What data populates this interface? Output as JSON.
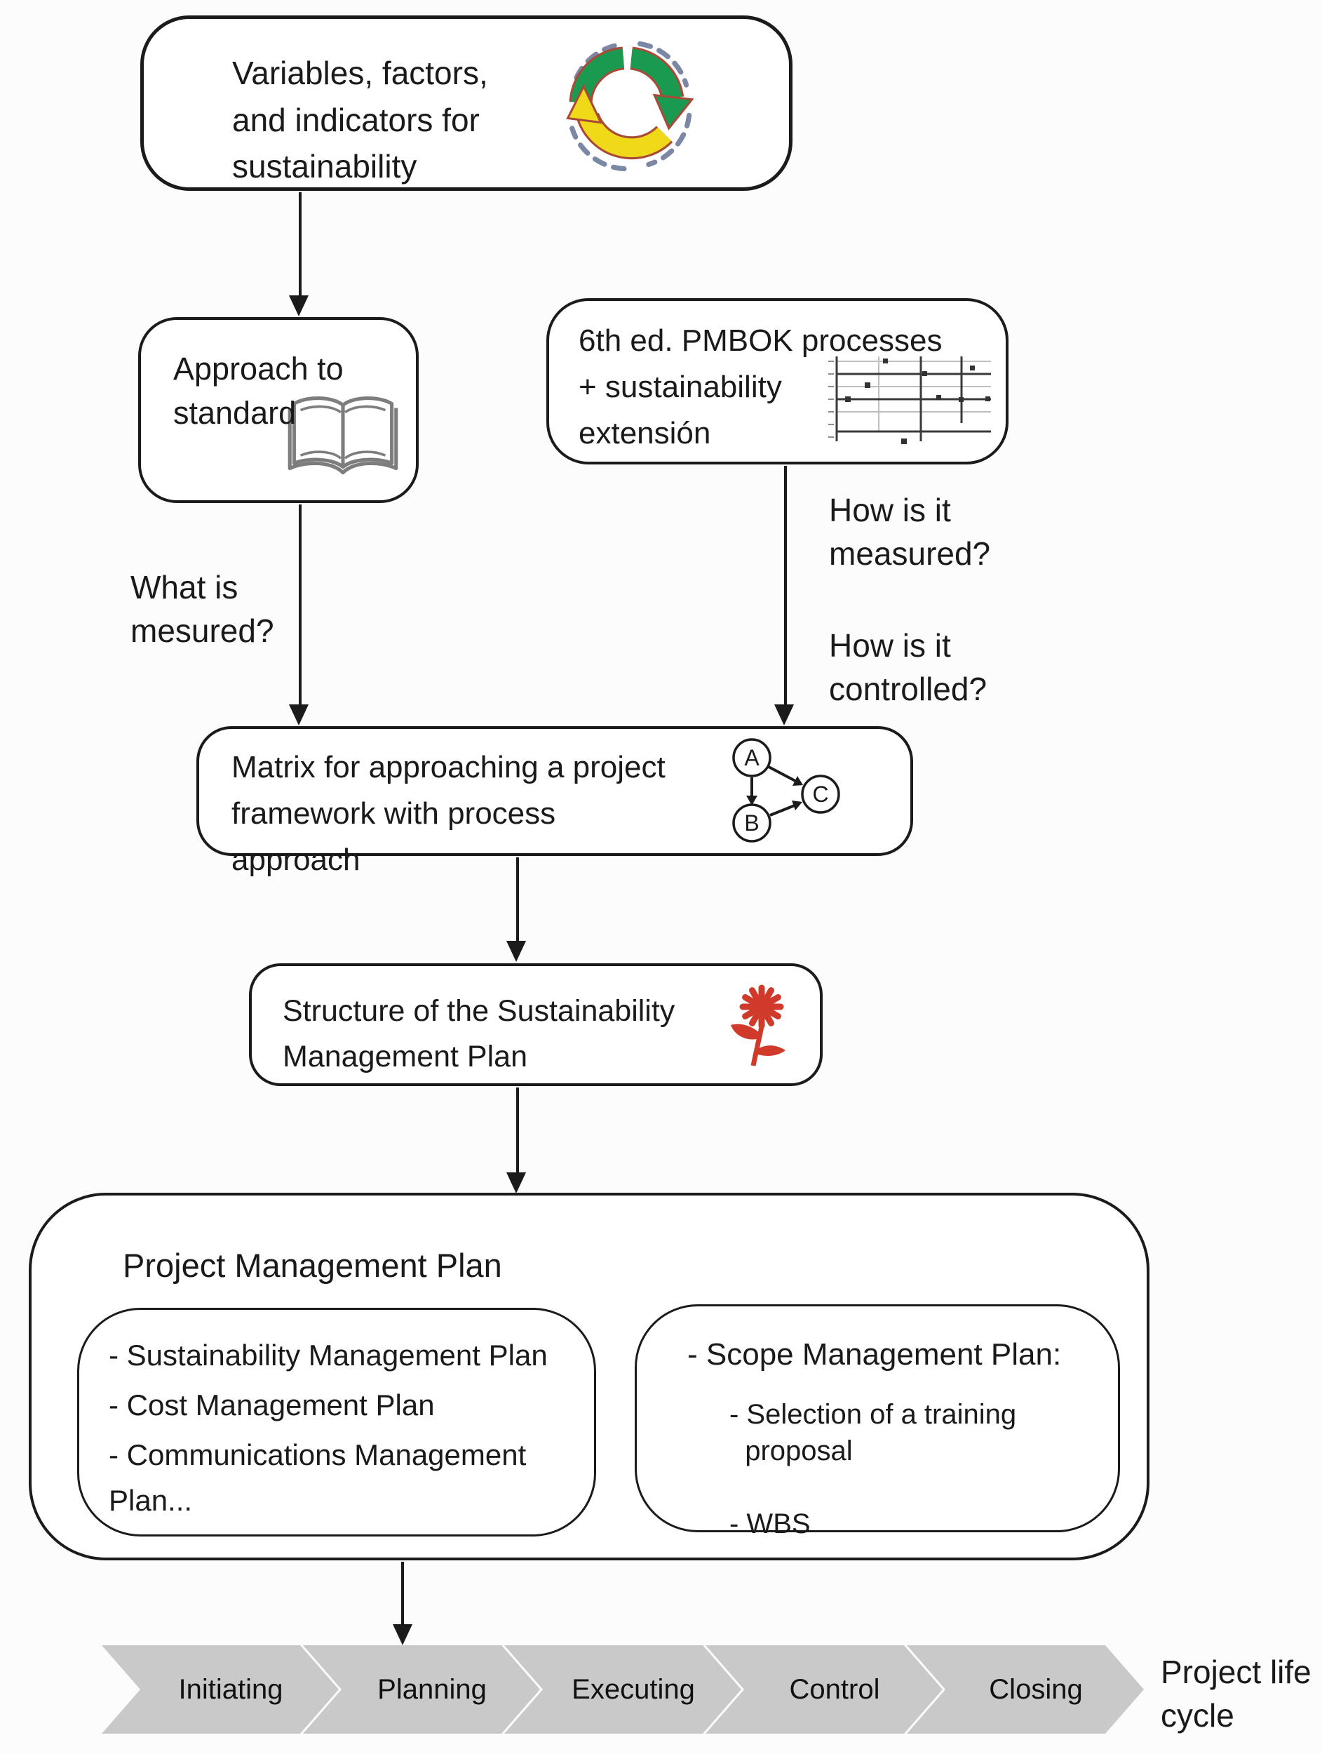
{
  "colors": {
    "border_black": "#1b1b1b",
    "text_black": "#1a1a1a",
    "chevron_gray": "#c9c9c9",
    "flower_red": "#cf3a2b",
    "recycle_green": "#1a9a50",
    "recycle_yellow": "#efd918",
    "recycle_outline": "#a84a38",
    "dash_blue_gray": "#7c87a6",
    "book_gray": "#7d7d7d",
    "chart_dark": "#3a3a3a",
    "chart_light": "#bdbdbd"
  },
  "nodes": {
    "variables": {
      "text": "Variables, factors,\nand indicators for\nsustainability",
      "icon": "recycle-icon"
    },
    "approach": {
      "text": "Approach to\nstandard",
      "icon": "open-book-icon"
    },
    "pmbok": {
      "text": "6th ed. PMBOK processes\n+ sustainability\nextensión",
      "icon": "scatter-chart-icon"
    },
    "matrix": {
      "text": "Matrix for approaching a project\nframework with process\napproach",
      "node_a": "A",
      "node_b": "B",
      "node_c": "C"
    },
    "structure": {
      "text": "Structure of the Sustainability\nManagement Plan",
      "icon": "flower-icon"
    },
    "pmp": {
      "title": "Project Management Plan",
      "plans": [
        "- Sustainability Management Plan",
        "- Cost Management Plan",
        "- Communications Management\nPlan..."
      ],
      "scope": {
        "title": "- Scope Management Plan:",
        "items": [
          "- Selection of a training\n  proposal",
          "- WBS"
        ]
      }
    }
  },
  "labels": {
    "question_left": "What is\nmesured?",
    "question_right_top": "How is it\nmeasured?",
    "question_right_bottom": "How is it\ncontrolled?"
  },
  "lifecycle": {
    "phases": [
      "Initiating",
      "Planning",
      "Executing",
      "Control",
      "Closing"
    ],
    "caption": "Project life\ncycle"
  }
}
